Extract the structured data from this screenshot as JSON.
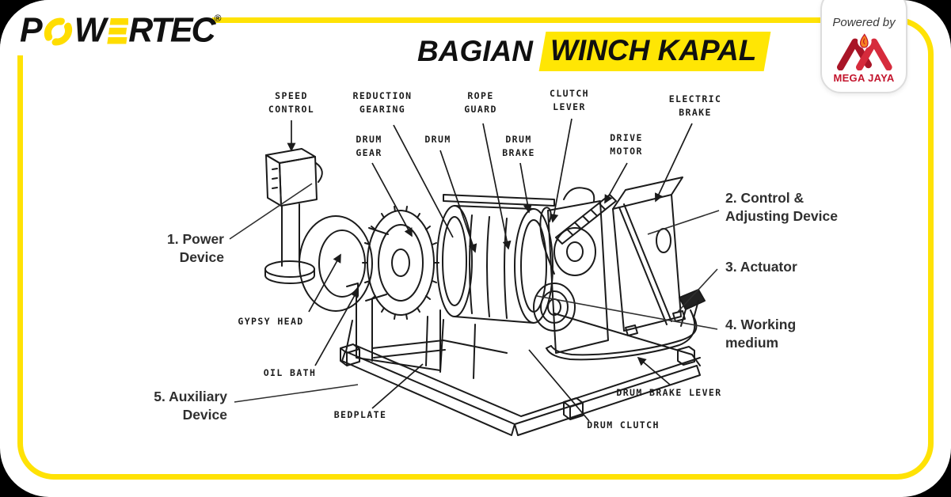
{
  "colors": {
    "accent_yellow": "#FFE205",
    "highlight_yellow": "#FFE604",
    "brand_red": "#C3152D",
    "ink": "#1b1b1b"
  },
  "logo": {
    "part_p": "P",
    "part_w": "W",
    "part_rtec": "RTEC",
    "registered": "®",
    "o_icon": "chain-link-o",
    "e_icon": "yellow-stripes-e"
  },
  "title": {
    "prefix": "BAGIAN",
    "highlight": "WINCH KAPAL"
  },
  "badge": {
    "powered_by": "Powered by",
    "brand": "MEGA JAYA",
    "logo_icon": "mega-jaya-flame-m"
  },
  "diagram": {
    "part_labels": {
      "speed_control": "SPEED\nCONTROL",
      "reduction_gearing": "REDUCTION\nGEARING",
      "rope_guard": "ROPE\nGUARD",
      "clutch_lever": "CLUTCH\nLEVER",
      "electric_brake": "ELECTRIC\nBRAKE",
      "drum_gear": "DRUM\nGEAR",
      "drum": "DRUM",
      "drum_brake": "DRUM\nBRAKE",
      "drive_motor": "DRIVE\nMOTOR",
      "gypsy_head": "GYPSY HEAD",
      "oil_bath": "OIL BATH",
      "bedplate": "BEDPLATE",
      "drum_clutch": "DRUM CLUTCH",
      "drum_brake_lever": "DRUM BRAKE LEVER"
    },
    "callouts": {
      "c1": "1. Power\nDevice",
      "c2": "2. Control &\nAdjusting Device",
      "c3": "3. Actuator",
      "c4": "4. Working\nmedium",
      "c5": "5. Auxiliary\nDevice"
    }
  }
}
